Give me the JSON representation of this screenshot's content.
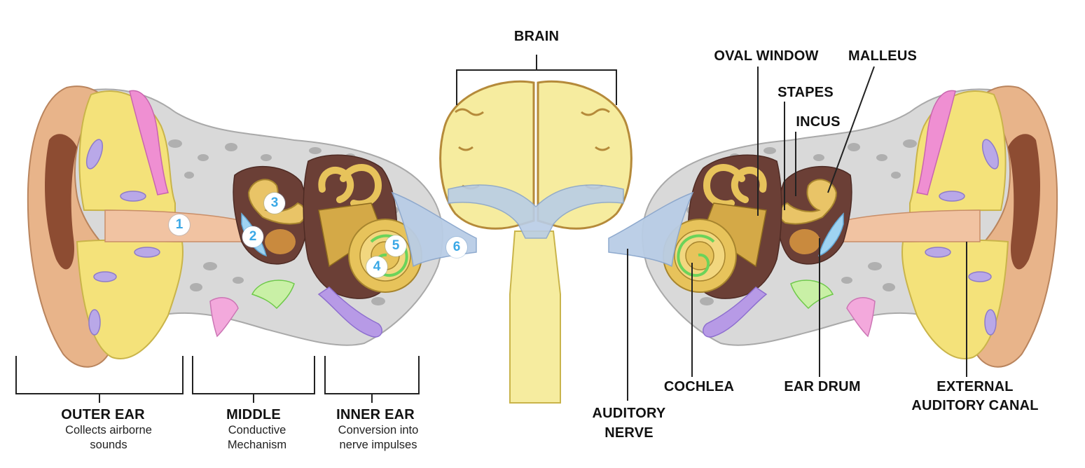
{
  "colors": {
    "pinna_skin": "#e8b48a",
    "cartilage": "#f4e27a",
    "bone_gray": "#d8d8d8",
    "canal_pink": "#f1c3a2",
    "brain_yellow": "#f6ec9f",
    "nerve_blue": "#b9cde6",
    "cochlea_gold": "#e7c35b",
    "green_hair": "#6bd35a",
    "purple_tube": "#b79ae6",
    "marker_blue": "#3aa8e6"
  },
  "labels": {
    "brain": "BRAIN",
    "oval_window": "OVAL WINDOW",
    "malleus": "MALLEUS",
    "stapes": "STAPES",
    "incus": "INCUS",
    "cochlea": "COCHLEA",
    "ear_drum": "EAR DRUM",
    "auditory_nerve_1": "AUDITORY",
    "auditory_nerve_2": "NERVE",
    "canal_1": "EXTERNAL",
    "canal_2": "AUDITORY CANAL"
  },
  "sections": {
    "outer": {
      "title": "OUTER EAR",
      "desc_1": "Collects airborne",
      "desc_2": "sounds"
    },
    "middle": {
      "title": "MIDDLE",
      "desc_1": "Conductive",
      "desc_2": "Mechanism"
    },
    "inner": {
      "title": "INNER EAR",
      "desc_1": "Conversion into",
      "desc_2": "nerve impulses"
    }
  },
  "markers": [
    "1",
    "2",
    "3",
    "4",
    "5",
    "6"
  ]
}
